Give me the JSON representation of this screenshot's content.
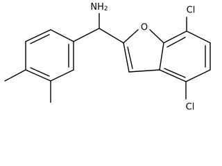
{
  "molecule": {
    "atom_labels": {
      "amine": "NH2",
      "oxygen": "O",
      "chlorine_7": "Cl",
      "chlorine_5": "Cl"
    }
  },
  "colors": {
    "bond": "#000000",
    "label": "#000000",
    "background": "#ffffff"
  }
}
